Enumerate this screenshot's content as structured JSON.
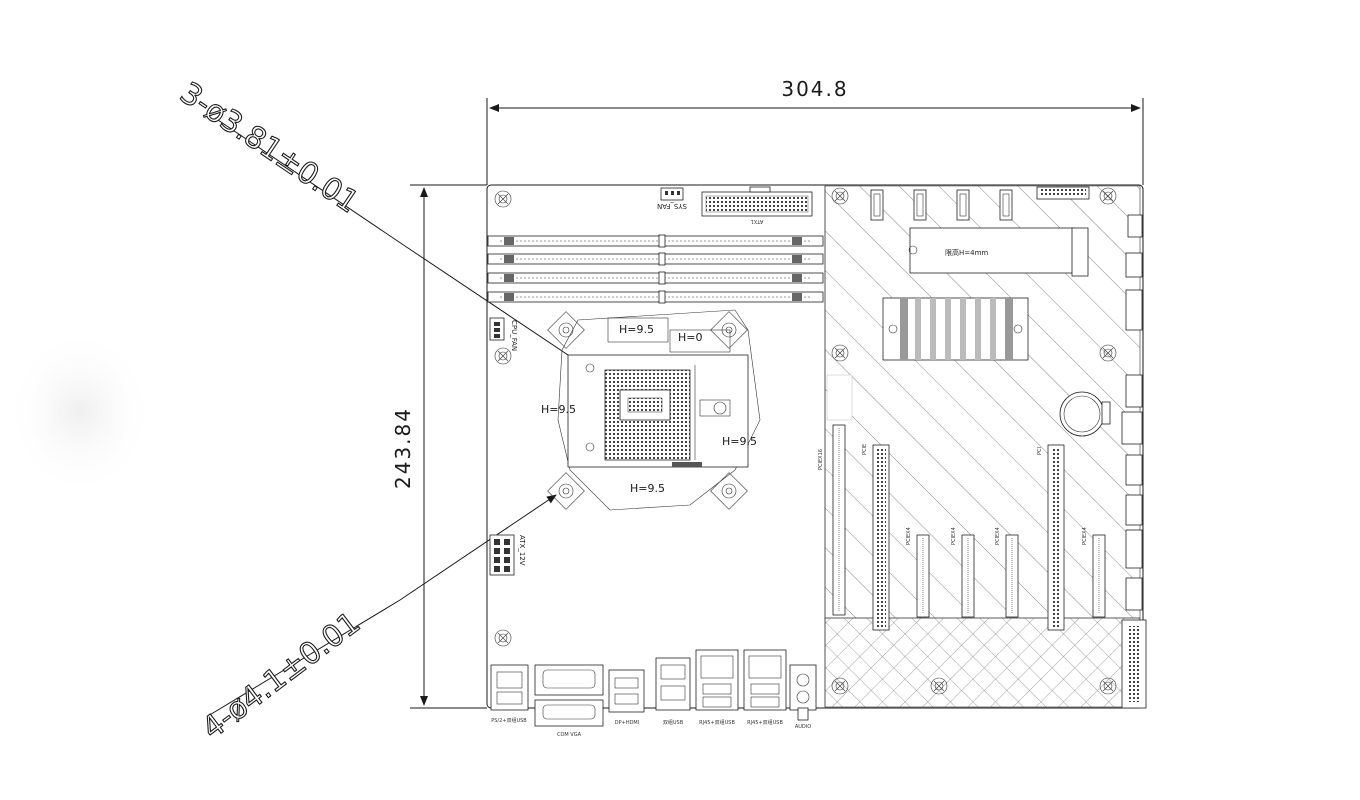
{
  "dimensions": {
    "width": "304.8",
    "height": "243.84"
  },
  "callouts": {
    "top_hole": "3-ø3.81±0.01",
    "bottom_hole": "4-ø4.1±0.01"
  },
  "headers": {
    "sys_fan": "SYS_FAN",
    "atx1": "ATX1",
    "cpu_fan": "CPU_FAN",
    "atx_12v": "ATX_12V"
  },
  "heights": {
    "top": "H=9.5",
    "top_right": "H=0",
    "left": "H=9.5",
    "right": "H=9.5",
    "bottom": "H=9.5"
  },
  "m2_slot": {
    "label": "限高H=4mm"
  },
  "pcie_slots": [
    "PCIEX16",
    "PCIE",
    "PCIEX4",
    "PCIEX4",
    "PCIEX4",
    "PCI",
    "PCIEX4"
  ],
  "io_ports": [
    "PS/2+双组USB",
    "COM\nVGA",
    "DP+HDMI",
    "双组USB",
    "RJ45+双组USB",
    "RJ45+双组USB",
    "AUDIO"
  ]
}
